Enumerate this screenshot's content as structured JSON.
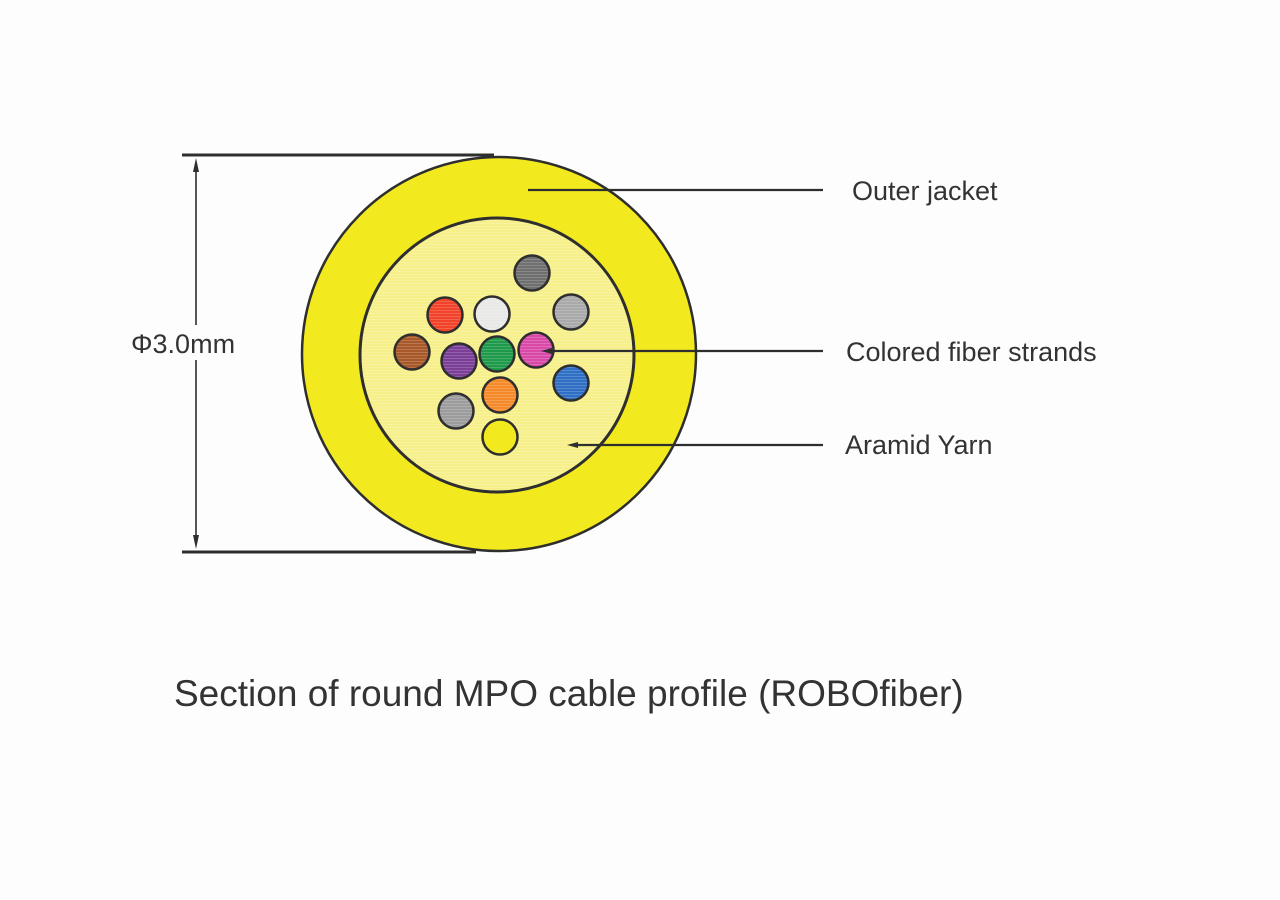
{
  "diagram": {
    "dimension_label": "Φ3.0mm",
    "labels": {
      "outer_jacket": "Outer jacket",
      "colored_fiber_strands": "Colored fiber strands",
      "aramid_yarn": "Aramid Yarn"
    },
    "caption": "Section of round MPO cable profile (ROBOfiber)",
    "colors": {
      "jacket": "#f2ea1f",
      "aramid": "#f7f08a",
      "outline": "#2e2e2e"
    },
    "fibers": [
      {
        "name": "dark-gray",
        "color": "#6f6f6f"
      },
      {
        "name": "light-gray",
        "color": "#a9a9a9"
      },
      {
        "name": "red",
        "color": "#f2432a"
      },
      {
        "name": "white",
        "color": "#e8e8e6"
      },
      {
        "name": "brown",
        "color": "#a8592a"
      },
      {
        "name": "purple",
        "color": "#7b3f98"
      },
      {
        "name": "green",
        "color": "#1f9a4a"
      },
      {
        "name": "magenta",
        "color": "#d94aa8"
      },
      {
        "name": "blue",
        "color": "#2f6fc4"
      },
      {
        "name": "orange",
        "color": "#f58a2b"
      },
      {
        "name": "gray",
        "color": "#9c9c9c"
      },
      {
        "name": "yellow",
        "color": "#f2ea1f"
      }
    ]
  }
}
